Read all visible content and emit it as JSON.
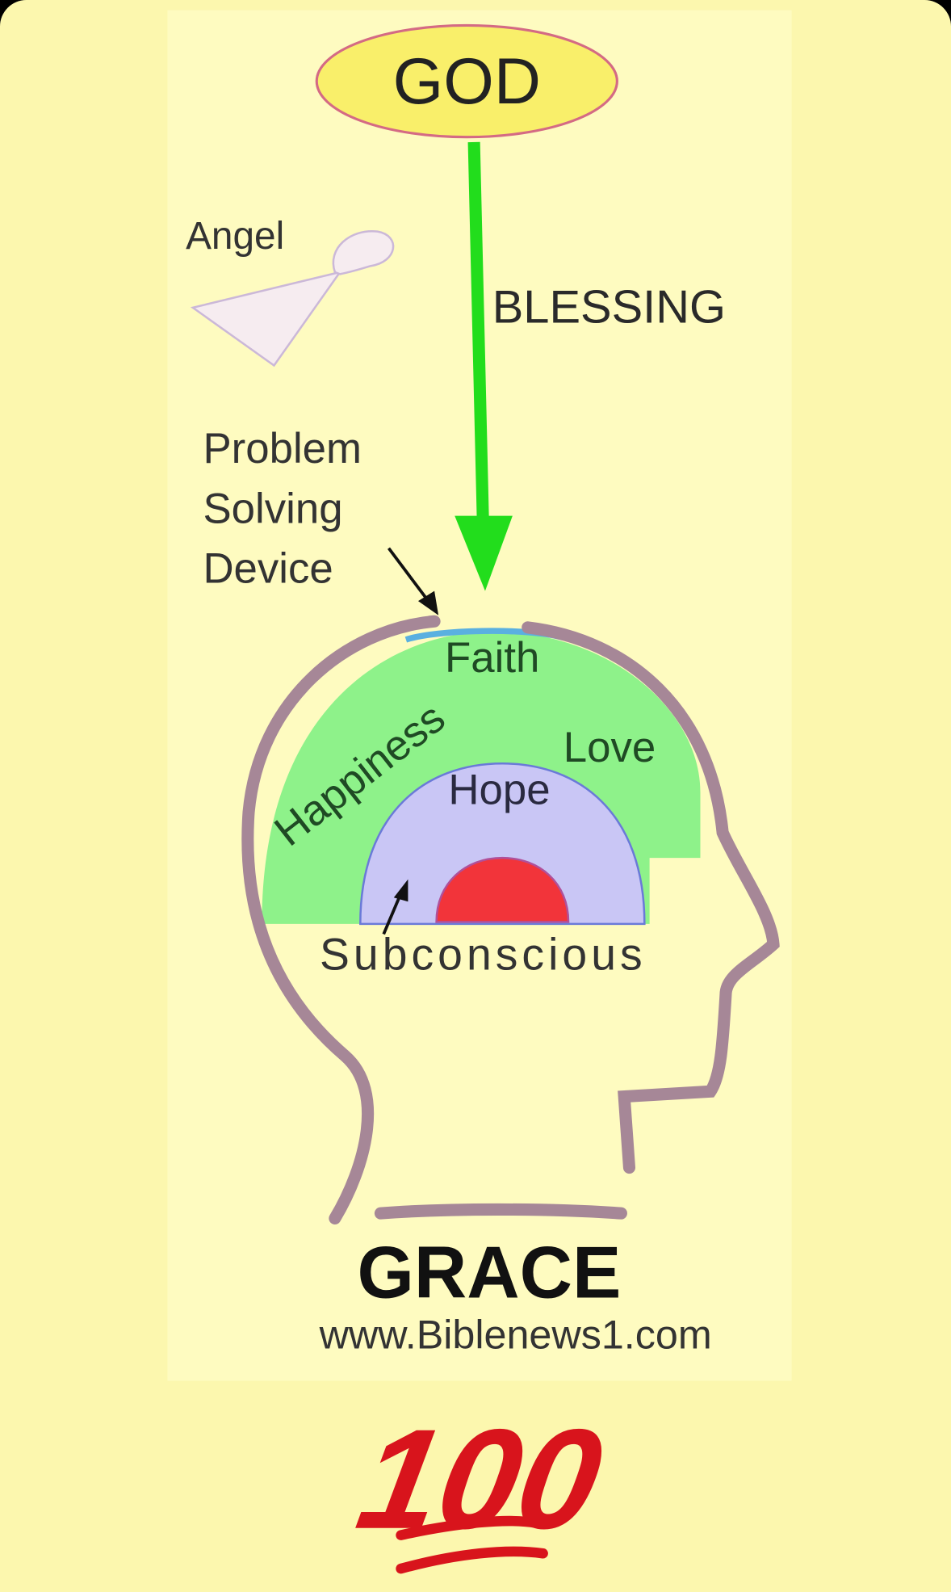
{
  "diagram": {
    "top": "GOD",
    "arrow_label": "BLESSING",
    "angel": "Angel",
    "device_lines": [
      "Problem",
      "Solving",
      "Device"
    ],
    "layers": {
      "faith": "Faith",
      "happiness": "Happiness",
      "love": "Love",
      "hope": "Hope",
      "subconscious": "Subconscious"
    },
    "title": "GRACE",
    "website": "www.Biblenews1.com"
  },
  "emoji": {
    "label": "100",
    "name": "hundred-points-emoji"
  },
  "colors": {
    "background": "#fcf7ae",
    "panel": "#fefbc0",
    "god_fill": "#f9ef6a",
    "god_stroke": "#d46a84",
    "arrow": "#22dd1c",
    "head": "#a68797",
    "green_layer": "#8ef28a",
    "hope_layer": "#c9c6f5",
    "core": "#f2343a",
    "emoji_red": "#d8141c"
  }
}
